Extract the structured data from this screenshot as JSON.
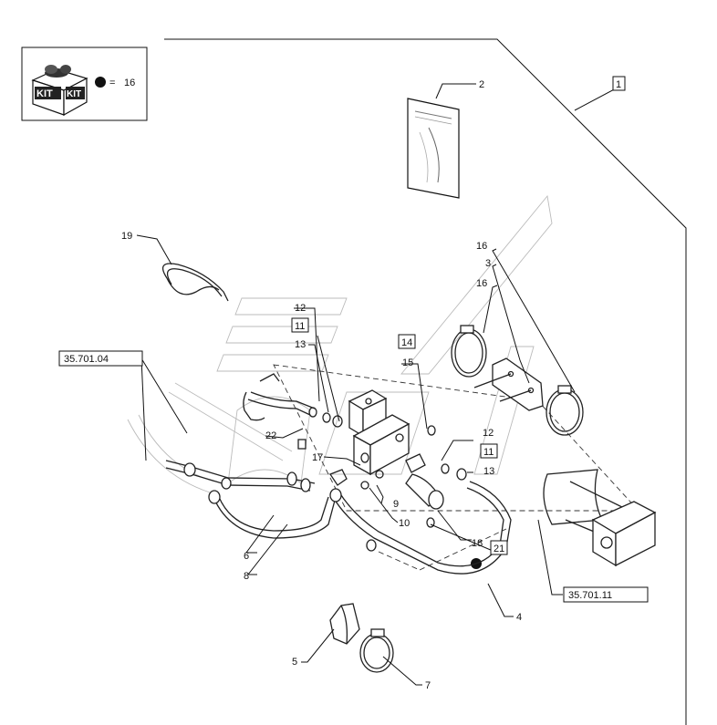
{
  "kit_legend": {
    "kit_text_1": "KIT",
    "kit_text_2": "KIT",
    "equals": "=",
    "ref": "16"
  },
  "manual_cover_lines": "",
  "refs": {
    "r1": "1",
    "r2": "2",
    "r3": "3",
    "r4": "4",
    "r5": "5",
    "r6": "6",
    "r7": "7",
    "r8": "8",
    "r9": "9",
    "r10": "10",
    "r11a": "11",
    "r11b": "11",
    "r12a": "12",
    "r12b": "12",
    "r13a": "13",
    "r13b": "13",
    "r14": "14",
    "r15": "15",
    "r16a": "16",
    "r16b": "16",
    "r17": "17",
    "r18": "18",
    "r19": "19",
    "r21": "21",
    "r22": "22"
  },
  "section_refs": {
    "left": "35.701.04",
    "right": "35.701.11"
  }
}
